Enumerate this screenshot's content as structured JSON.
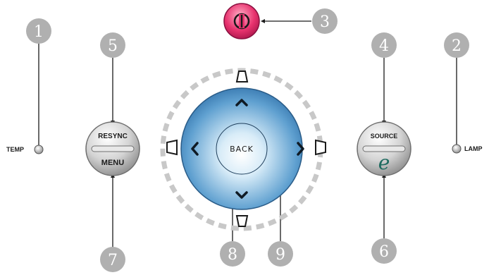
{
  "indicators": {
    "temp_label": "TEMP",
    "lamp_label": "LAMP"
  },
  "buttons": {
    "resync_label": "RESYNC",
    "menu_label": "MENU",
    "source_label": "SOURCE",
    "e_label": "e",
    "back_label": "BACK"
  },
  "callouts": [
    "1",
    "2",
    "3",
    "4",
    "5",
    "6",
    "7",
    "8",
    "9"
  ],
  "colors": {
    "callout_fill": "#b0b0b0",
    "power_button": "#e8326e",
    "dpad_blue": "#4a8fc4",
    "dashed_ring": "#c8c8c8",
    "e_color": "#1f6b60"
  }
}
